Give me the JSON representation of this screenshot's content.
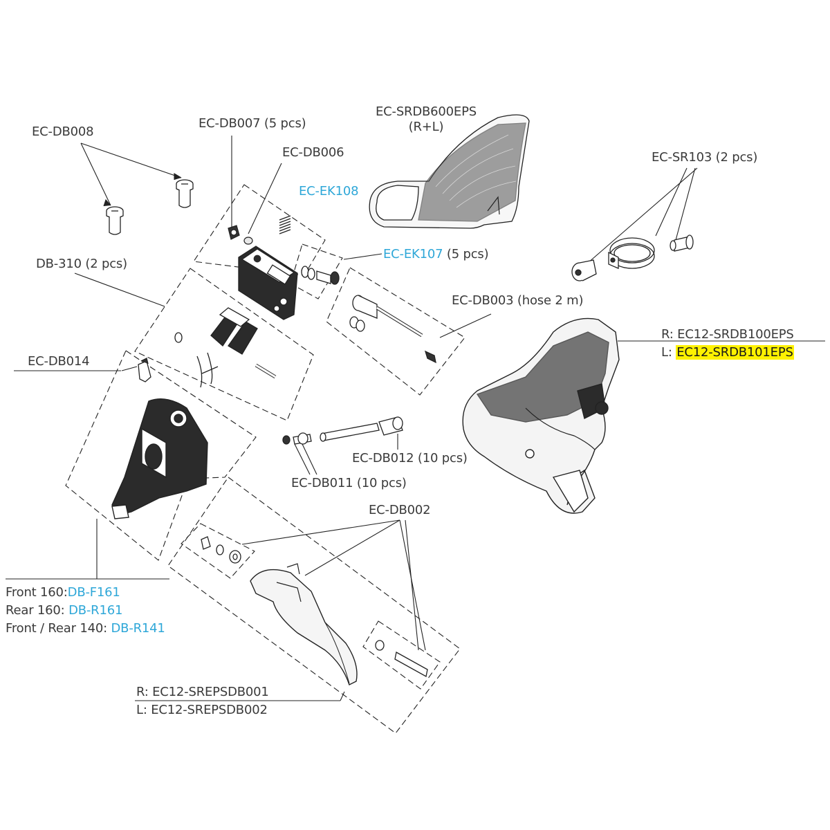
{
  "colors": {
    "text": "#3a3a3a",
    "link": "#2ea7d8",
    "highlight": "#fff200",
    "line": "#222222"
  },
  "labels": {
    "ec_db008": "EC-DB008",
    "ec_db007": {
      "code": "EC-DB007",
      "qty": " (5 pcs)"
    },
    "ec_db006": "EC-DB006",
    "ec_ek108": "EC-EK108",
    "ec_srdb600eps": {
      "line1": "EC-SRDB600EPS",
      "line2": "(R+L)"
    },
    "ec_sr103": {
      "code": "EC-SR103",
      "qty": " (2 pcs)"
    },
    "ec_ek107": {
      "code": "EC-EK107",
      "qty": " (5 pcs)"
    },
    "db_310": {
      "code": "DB-310",
      "qty": " (2 pcs)"
    },
    "ec_db003": {
      "code": "EC-DB003",
      "qty": " (hose 2 m)"
    },
    "shifter": {
      "right_prefix": "R: ",
      "right_code": "EC12-SRDB100EPS",
      "left_prefix": "L: ",
      "left_code": "EC12-SRDB101EPS"
    },
    "ec_db014": "EC-DB014",
    "ec_db012": {
      "code": "EC-DB012",
      "qty": " (10 pcs)"
    },
    "ec_db011": {
      "code": "EC-DB011",
      "qty": " (10 pcs)"
    },
    "ec_db002": "EC-DB002",
    "rotors": {
      "front160_prefix": "Front 160:",
      "front160_code": "DB-F161",
      "rear160_prefix": "Rear 160: ",
      "rear160_code": "DB-R161",
      "fr140_prefix": "Front / Rear 140: ",
      "fr140_code": "DB-R141"
    },
    "lever": {
      "right": "R: EC12-SREPSDB001",
      "left": "L: EC12-SREPSDB002"
    }
  }
}
